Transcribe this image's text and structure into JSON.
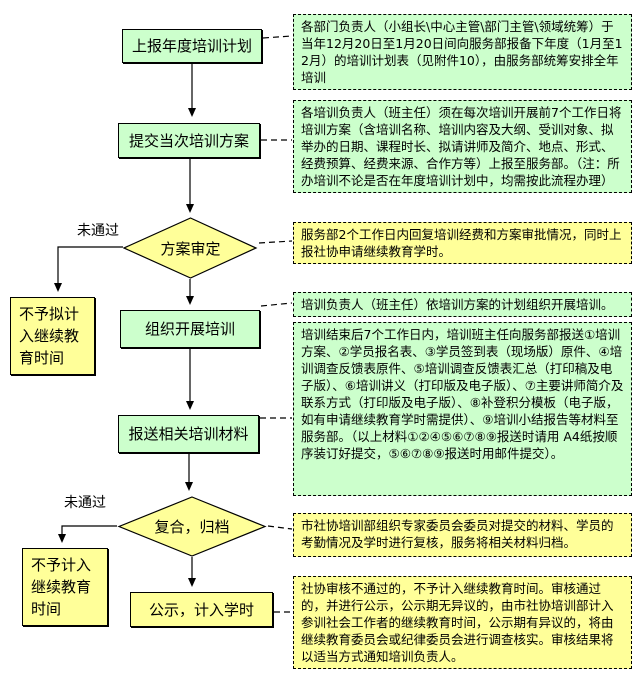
{
  "colors": {
    "process_fill": "#ccffcc",
    "decision_fill": "#ffff99",
    "warning_fill": "#ffff99",
    "note_green": "#ccffcc",
    "note_yellow": "#ffff99",
    "border": "#000000",
    "background": "#ffffff"
  },
  "flow": {
    "nodes": [
      {
        "id": "report-annual-plan",
        "type": "process",
        "label": "上报年度培训计划"
      },
      {
        "id": "submit-training-plan",
        "type": "process",
        "label": "提交当次培训方案"
      },
      {
        "id": "plan-review",
        "type": "decision",
        "label": "方案审定"
      },
      {
        "id": "organize-training",
        "type": "process",
        "label": "组织开展培训"
      },
      {
        "id": "submit-materials",
        "type": "process",
        "label": "报送相关培训材料"
      },
      {
        "id": "review-archive",
        "type": "decision",
        "label": "复合，归档"
      },
      {
        "id": "publicize-credit",
        "type": "terminal",
        "label": "公示，计入学时"
      },
      {
        "id": "no-credit-planned",
        "type": "warning",
        "label": "不予拟计入继续教育时间"
      },
      {
        "id": "no-credit",
        "type": "warning",
        "label": "不予计入继续教育时间"
      }
    ],
    "edge_labels": [
      {
        "label": "未通过"
      },
      {
        "label": "未通过"
      }
    ]
  },
  "notes": [
    {
      "tone": "green",
      "text": "各部门负责人（小组长\\中心主管\\部门主管\\领域统筹）于当年12月20日至1月20日间向服务部报备下年度（1月至12月）的培训计划表（见附件10），由服务部统筹安排全年培训"
    },
    {
      "tone": "green",
      "text": "各培训负责人（班主任）须在每次培训开展前7个工作日将培训方案（含培训名称、培训内容及大纲、受训对象、拟举办的日期、课程时长、拟请讲师及简介、地点、形式、经费预算、经费来源、合作方等）上报至服务部。（注：所办培训不论是否在年度培训计划中，均需按此流程办理）"
    },
    {
      "tone": "yellow",
      "text": "服务部2个工作日内回复培训经费和方案审批情况，同时上报社协申请继续教育学时。"
    },
    {
      "tone": "green",
      "text": "培训负责人（班主任）依培训方案的计划组织开展培训。"
    },
    {
      "tone": "green",
      "text": "培训结束后7个工作日内，培训班主任向服务部报送①培训方案、②学员报名表、③学员签到表（现场版）原件、④培训调查反馈表原件、⑤培训调查反馈表汇总（打印稿及电子版）、⑥培训讲义（打印版及电子版）、⑦主要讲师简介及联系方式（打印版及电子版）、⑧补登积分模板（电子版，如有申请继续教育学时需提供）、⑨培训小结报告等材料至服务部。（以上材料①②④⑤⑥⑦⑧⑨报送时请用 A4纸按顺序装订好提交，⑤⑥⑦⑧⑨报送时用邮件提交）。"
    },
    {
      "tone": "yellow",
      "text": "市社协培训部组织专家委员会委员对提交的材料、学员的考勤情况及学时进行复核，服务将相关材料归档。"
    },
    {
      "tone": "yellow",
      "text": "社协审核不通过的，不予计入继续教育时间。审核通过的，并进行公示，公示期无异议的，由市社协培训部计入参训社会工作者的继续教育时间，公示期有异议的，将由继续教育委员会或纪律委员会进行调查核实。审核结果将以适当方式通知培训负责人。"
    }
  ]
}
